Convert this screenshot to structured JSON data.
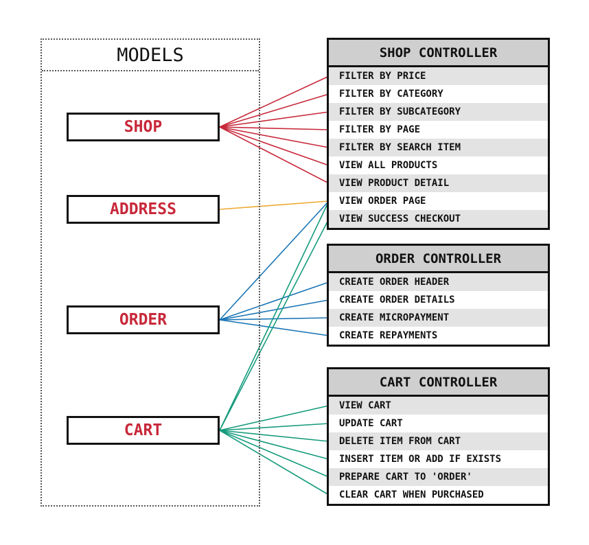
{
  "models": {
    "title": "MODELS",
    "items": [
      {
        "key": "shop",
        "label": "SHOP"
      },
      {
        "key": "address",
        "label": "ADDRESS"
      },
      {
        "key": "order",
        "label": "ORDER"
      },
      {
        "key": "cart",
        "label": "CART"
      }
    ]
  },
  "controllers": [
    {
      "key": "shop",
      "title": "SHOP CONTROLLER",
      "items": [
        "FILTER BY PRICE",
        "FILTER BY CATEGORY",
        "FILTER BY SUBCATEGORY",
        "FILTER BY PAGE",
        "FILTER BY SEARCH ITEM",
        "VIEW ALL PRODUCTS",
        "VIEW PRODUCT DETAIL",
        "VIEW ORDER PAGE",
        "VIEW SUCCESS CHECKOUT"
      ]
    },
    {
      "key": "order",
      "title": "ORDER CONTROLLER",
      "items": [
        "CREATE ORDER HEADER",
        "CREATE ORDER DETAILS",
        "CREATE MICROPAYMENT",
        "CREATE REPAYMENTS"
      ]
    },
    {
      "key": "cart",
      "title": "CART CONTROLLER",
      "items": [
        "VIEW CART",
        "UPDATE CART",
        "DELETE ITEM FROM CART",
        "INSERT ITEM OR ADD IF EXISTS",
        "PREPARE CART TO 'ORDER'",
        "CLEAR CART WHEN PURCHASED"
      ]
    }
  ],
  "connections": [
    {
      "from": "shop",
      "color": "#c8283a",
      "to": [
        [
          "shop",
          0
        ],
        [
          "shop",
          1
        ],
        [
          "shop",
          2
        ],
        [
          "shop",
          3
        ],
        [
          "shop",
          4
        ],
        [
          "shop",
          5
        ],
        [
          "shop",
          6
        ]
      ]
    },
    {
      "from": "address",
      "color": "#f0a830",
      "to": [
        [
          "shop",
          7
        ]
      ]
    },
    {
      "from": "order",
      "color": "#1a75b5",
      "to": [
        [
          "shop",
          7
        ],
        [
          "order",
          0
        ],
        [
          "order",
          1
        ],
        [
          "order",
          2
        ],
        [
          "order",
          3
        ]
      ]
    },
    {
      "from": "cart",
      "color": "#159b7c",
      "to": [
        [
          "shop",
          7
        ],
        [
          "shop",
          8
        ],
        [
          "cart",
          0
        ],
        [
          "cart",
          1
        ],
        [
          "cart",
          2
        ],
        [
          "cart",
          3
        ],
        [
          "cart",
          4
        ],
        [
          "cart",
          5
        ]
      ]
    }
  ]
}
